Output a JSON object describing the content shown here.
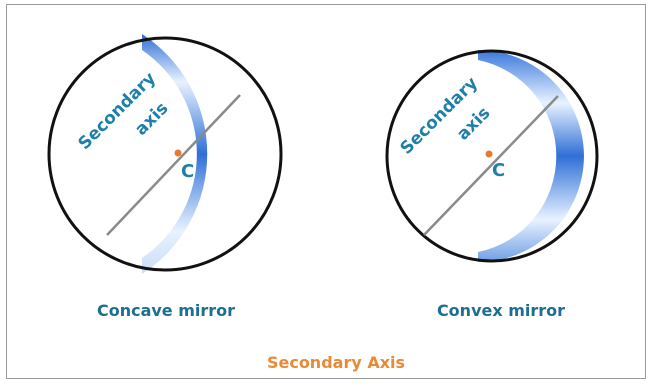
{
  "colors": {
    "axis_text": "#1e7fa9",
    "center_label": "#1e7fa9",
    "center_point": "#e87a2c",
    "caption": "#1d6f91",
    "footer": "#e88a36",
    "mirror_edge": "#2f6fd6",
    "mirror_light": "#e8f2ff",
    "circle": "#111111",
    "axis_line": "#8a8a8a",
    "frame": "#9a9a9a"
  },
  "icons": [
    "center-point-icon"
  ],
  "concave": {
    "axis_label_line1": "Secondary",
    "axis_label_line2": "axis",
    "center_label": "C",
    "caption": "Concave mirror"
  },
  "convex": {
    "axis_label_line1": "Secondary",
    "axis_label_line2": "axis",
    "center_label": "C",
    "caption": "Convex mirror"
  },
  "footer": {
    "title": "Secondary Axis"
  }
}
